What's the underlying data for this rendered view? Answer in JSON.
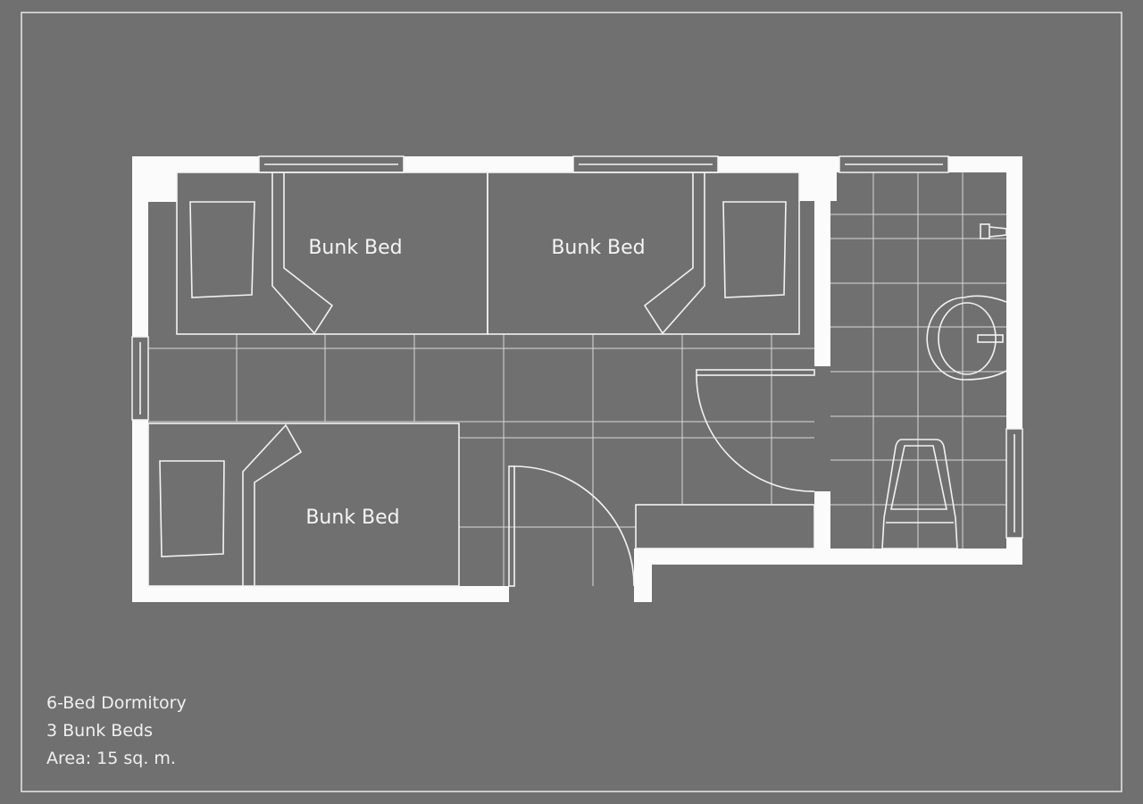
{
  "colors": {
    "background": "#6f706f",
    "lines": "#f2f2f2"
  },
  "rooms": [
    {
      "label": "Bunk Bed"
    },
    {
      "label": "Bunk Bed"
    },
    {
      "label": "Bunk Bed"
    }
  ],
  "info": {
    "title": "6-Bed Dormitory",
    "beds": "3 Bunk Beds",
    "area": "Area: 15 sq. m."
  }
}
